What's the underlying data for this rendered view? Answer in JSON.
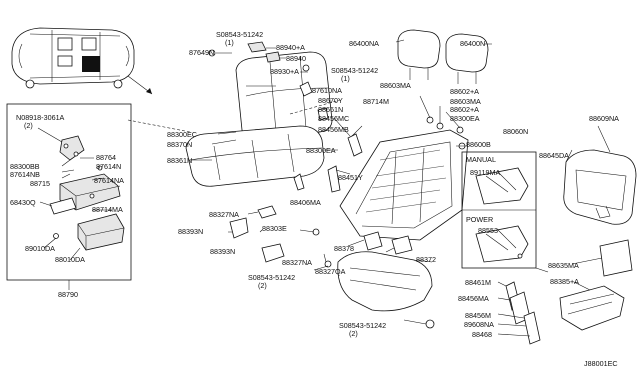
{
  "labels": {
    "p08543_51242_top": "S08543-51242",
    "p08543_51242_top_qty": "(1)",
    "p87649N": "87649N",
    "p88940A": "88940+A",
    "p88940": "88940",
    "p88930A": "88930+A",
    "p08543_51242_b": "S08543-51242",
    "p08543_51242_b_qty": "(1)",
    "p87610NA": "87610NA",
    "p88670Y": "88670Y",
    "p88661N": "88661N",
    "p88456MC": "88456MC",
    "p88456MB": "88456MB",
    "p88714M": "88714M",
    "p88300EC": "88300EC",
    "p88370N": "88370N",
    "p88361N": "88361N",
    "p88300EA": "88300EA",
    "p86400NA": "86400NA",
    "p86400N": "86400N",
    "p88603MA": "88603MA",
    "p88602A_1": "88602+A",
    "p88603MA_2": "88603MA",
    "p88602A_2": "88602+A",
    "p88300EA_2": "88300EA",
    "p88060N": "88060N",
    "p88600B": "88600B",
    "p88609NA": "88609NA",
    "p88645DA": "88645DA",
    "manual": "MANUAL",
    "p89119MA": "89119MA",
    "power": "POWER",
    "p88553": "88553",
    "p08918_3061A": "N08918-3061A",
    "p08918_3061A_qty": "(2)",
    "p88764": "88764",
    "p88300BB": "88300BB",
    "p87614NB": "87614NB",
    "p87614N": "87614N",
    "p88715": "88715",
    "p87614NA": "87614NA",
    "p68430Q": "68430Q",
    "p88714MA": "88714MA",
    "p89010DA": "89010DA",
    "p88010DA": "88010DA",
    "p88790": "88790",
    "p88451Y": "88451Y",
    "p88406MA": "88406MA",
    "p88327NA": "88327NA",
    "p88393N": "88393N",
    "p88303E": "88303E",
    "p88393N_2": "88393N",
    "p88327NA_2": "88327NA",
    "p08543_51242_c": "S08543-51242",
    "p08543_51242_c_qty": "(2)",
    "p88327QA": "88327QA",
    "p88378": "88378",
    "p88372": "88372",
    "p88461M": "88461M",
    "p88456MA": "88456MA",
    "p88456M": "88456M",
    "p89608NA": "89608NA",
    "p88468": "88468",
    "p88635MA": "88635MA",
    "p88385A": "88385+A",
    "p08543_51242_d": "S08543-51242",
    "p08543_51242_d_qty": "(2)",
    "diagram_id": "J88001EC"
  }
}
